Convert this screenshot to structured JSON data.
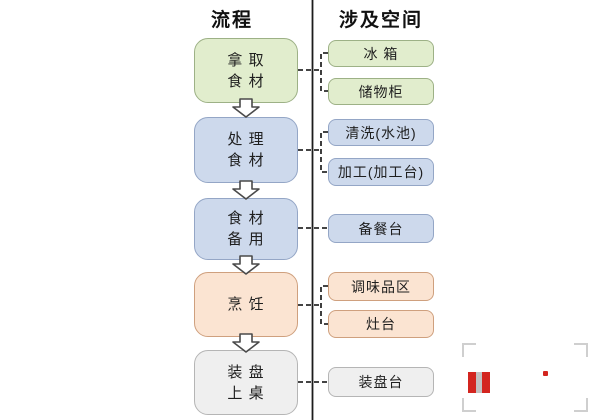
{
  "headers": {
    "process": "流程",
    "spaces": "涉及空间"
  },
  "flow_steps": [
    {
      "name": "get-ingredients",
      "lines": [
        "拿 取",
        "食 材"
      ],
      "color": "green"
    },
    {
      "name": "prepare-ingredients",
      "lines": [
        "处 理",
        "食 材"
      ],
      "color": "blue"
    },
    {
      "name": "ingredients-ready",
      "lines": [
        "食 材",
        "备 用"
      ],
      "color": "blue"
    },
    {
      "name": "cooking",
      "lines": [
        "烹 饪"
      ],
      "color": "orange"
    },
    {
      "name": "plate-and-serve",
      "lines": [
        "装 盘",
        "上 桌"
      ],
      "color": "gray"
    }
  ],
  "spaces": [
    {
      "name": "refrigerator",
      "label": "冰 箱",
      "color": "green",
      "linked_step": 0
    },
    {
      "name": "storage-cabinet",
      "label": "储物柜",
      "color": "green",
      "linked_step": 0
    },
    {
      "name": "washing-sink",
      "label": "清洗(水池)",
      "color": "blue",
      "linked_step": 1
    },
    {
      "name": "processing-table",
      "label": "加工(加工台)",
      "color": "blue",
      "linked_step": 1
    },
    {
      "name": "prep-counter",
      "label": "备餐台",
      "color": "blue",
      "linked_step": 2
    },
    {
      "name": "seasoning-area",
      "label": "调味品区",
      "color": "orange",
      "linked_step": 3
    },
    {
      "name": "stove",
      "label": "灶台",
      "color": "orange",
      "linked_step": 3
    },
    {
      "name": "plating-counter",
      "label": "装盘台",
      "color": "gray",
      "linked_step": 4
    }
  ],
  "colors": {
    "green_fill": "#e1edcd",
    "green_border": "#9db186",
    "blue_fill": "#cdd9ec",
    "blue_border": "#94a6c6",
    "orange_fill": "#fbe4d2",
    "orange_border": "#cfa07e",
    "gray_fill": "#efefef",
    "gray_border": "#b5b5b5",
    "divider_line": "#1c1c1c",
    "connector_line": "#2a2a2a",
    "logo_red": "#d3251f"
  },
  "decor": {
    "logo_icon": "red-striped-logo-icon",
    "dot_icon": "red-dot-icon",
    "frame_icon": "crop-corners-frame-icon"
  }
}
